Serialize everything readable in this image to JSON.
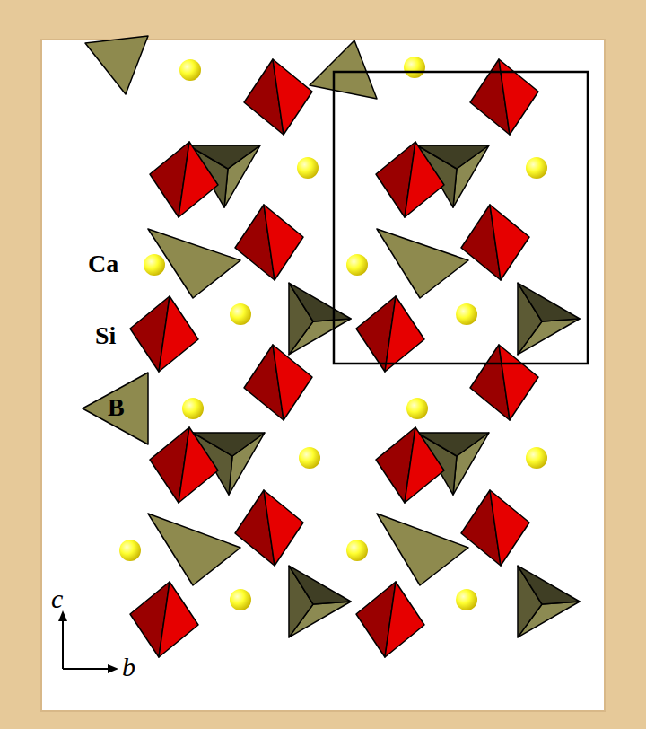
{
  "diagram": {
    "labels": [
      "Ca",
      "Si",
      "B",
      "c",
      "b"
    ]
  }
}
